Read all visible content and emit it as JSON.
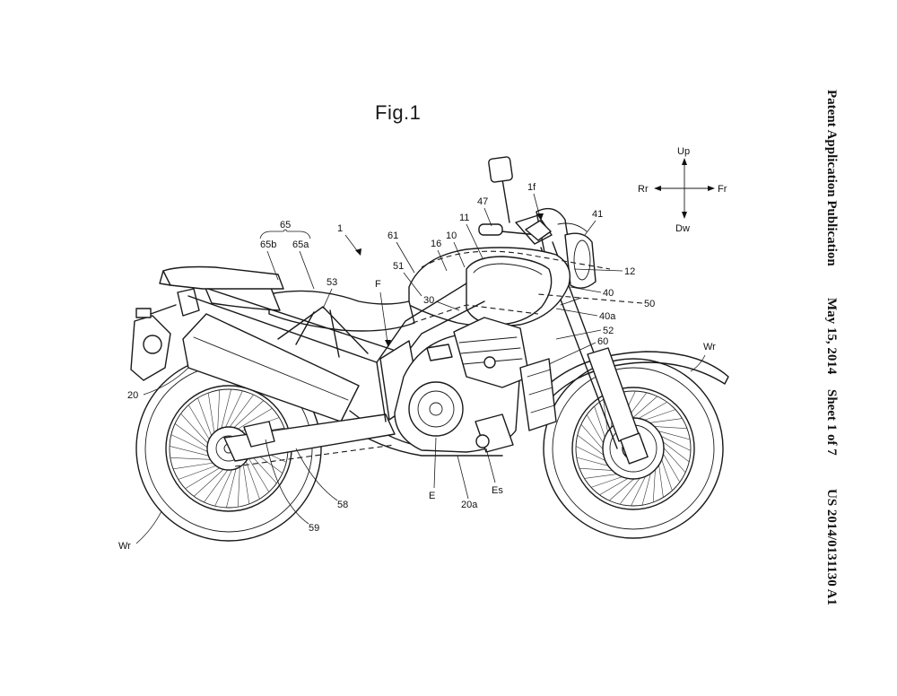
{
  "figure": {
    "title": "Fig.1"
  },
  "header": {
    "publication": "Patent Application Publication",
    "date": "May 15, 2014",
    "sheet": "Sheet 1 of 7",
    "number": "US 2014/0131130 A1"
  },
  "directions": {
    "up": "Up",
    "down": "Dw",
    "rear": "Rr",
    "front": "Fr"
  },
  "reference_labels": {
    "r1": "1",
    "r1f": "1f",
    "r10": "10",
    "r11": "11",
    "r12": "12",
    "r16": "16",
    "r20": "20",
    "r20a": "20a",
    "r30": "30",
    "r40": "40",
    "r40a": "40a",
    "r41": "41",
    "r47": "47",
    "r50": "50",
    "r51": "51",
    "r52": "52",
    "r53": "53",
    "r58": "58",
    "r59": "59",
    "r60": "60",
    "r61": "61",
    "r65": "65",
    "r65a": "65a",
    "r65b": "65b",
    "rE": "E",
    "rEs": "Es",
    "rF": "F",
    "rWr_front": "Wr",
    "rWr_rear": "Wr"
  }
}
